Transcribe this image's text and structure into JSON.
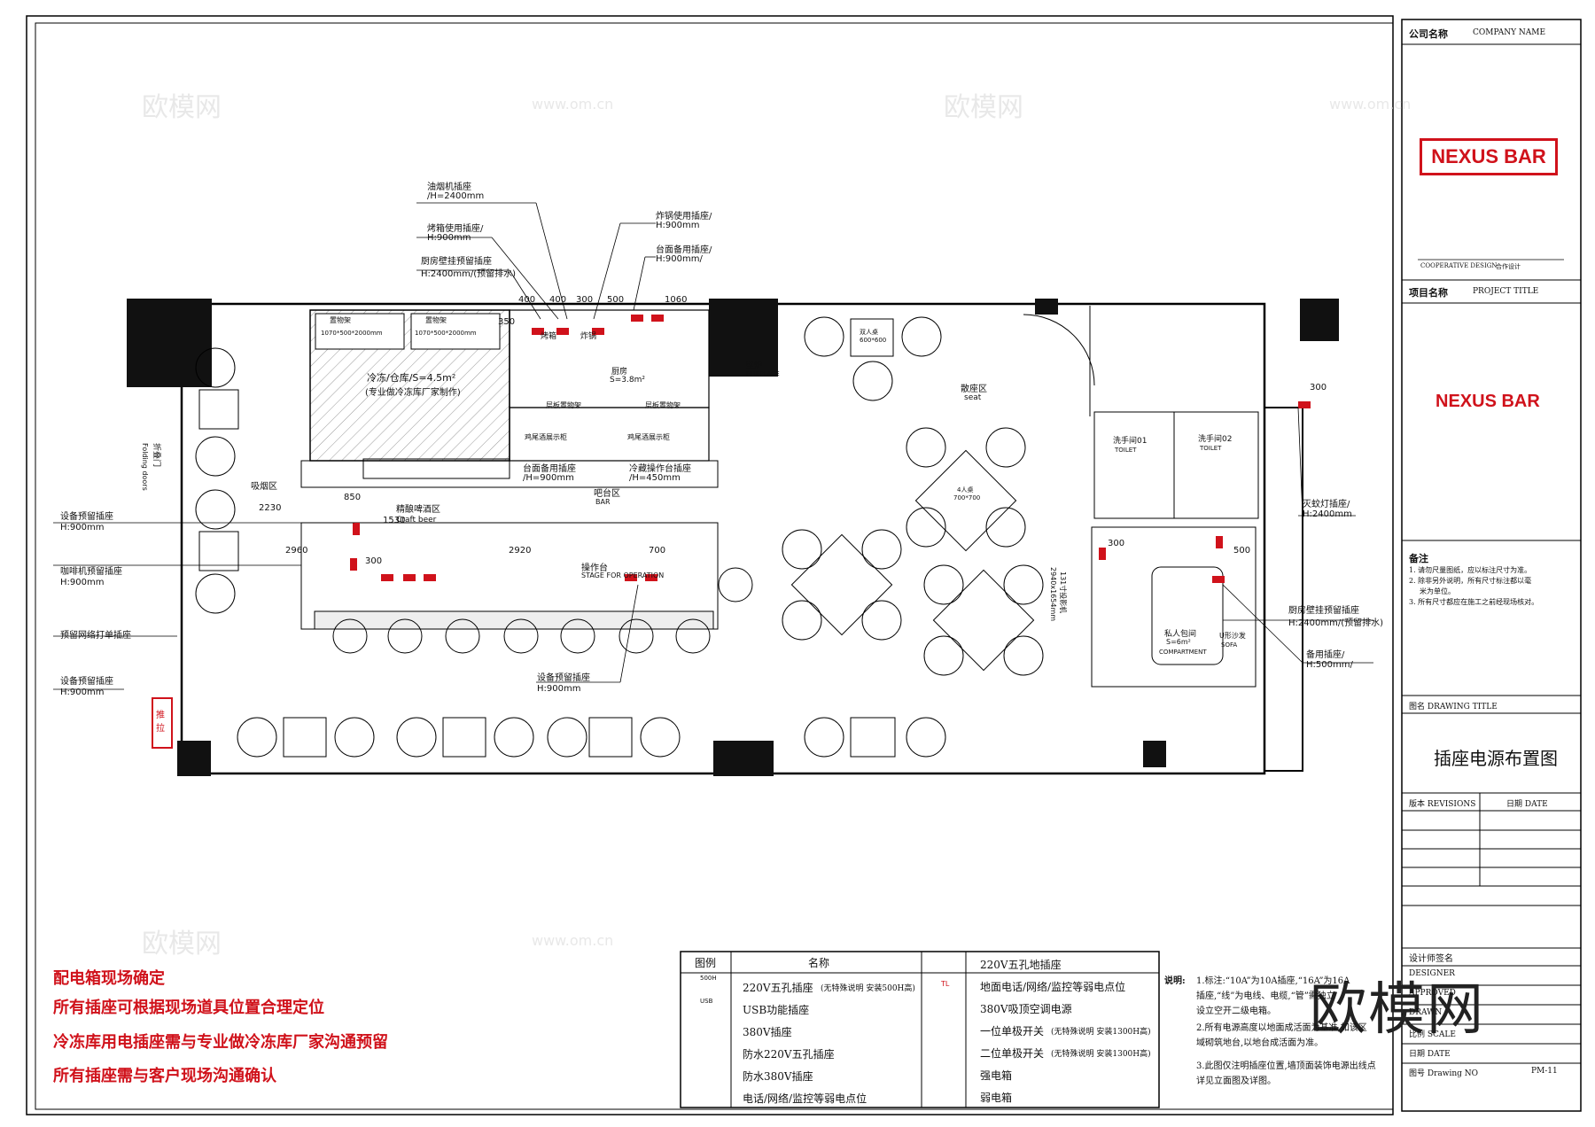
{
  "title_block": {
    "company_label": "公司名称",
    "company_value": "COMPANY NAME",
    "logo_text": "NEXUS BAR",
    "cooperative_label": "COOPERATIVE DESIGN",
    "cooperative_cn": "合作设计",
    "project_label": "项目名称",
    "project_value": "PROJECT TITLE",
    "project_name": "NEXUS BAR",
    "notes_heading": "备注",
    "notes": [
      "1. 请勿尺量图纸，应以标注尺寸为准。",
      "2. 除非另外说明，所有尺寸标注都以毫",
      "米为单位。",
      "3. 所有尺寸都应在施工之前经现场核对。"
    ],
    "drawing_title_label": "图名 DRAWING TITLE",
    "drawing_title": "插座电源布置图",
    "revisions_label": "版本 REVISIONS",
    "date_label": "日期 DATE",
    "designer_label": "设计师签名",
    "designer_en": "DESIGNER",
    "approved_label": "APPROVED",
    "drawn_label": "DRAWN",
    "scale_label": "比例 SCALE",
    "date_label2": "日期 DATE",
    "drawing_no_label": "图号 Drawing NO",
    "drawing_no": "PM-11"
  },
  "watermark": {
    "brand": "欧模网",
    "url": "www.om.cn"
  },
  "red_notes": [
    "配电箱现场确定",
    "所有插座可根据现场道具位置合理定位",
    "冷冻库用电插座需与专业做冷冻库厂家沟通预留",
    "所有插座需与客户现场沟通确认"
  ],
  "legend": {
    "header_symbol": "图例",
    "header_name": "名称",
    "left": [
      {
        "tag": "500H",
        "name": "220V五孔插座",
        "note": "(无特殊说明 安装500H高)"
      },
      {
        "tag": "USB",
        "name": "USB功能插座",
        "note": ""
      },
      {
        "tag": "",
        "name": "380V插座",
        "note": ""
      },
      {
        "tag": "",
        "name": "防水220V五孔插座",
        "note": ""
      },
      {
        "tag": "",
        "name": "防水380V插座",
        "note": ""
      },
      {
        "tag": "",
        "name": "电话/网络/监控等弱电点位",
        "note": ""
      }
    ],
    "right": [
      {
        "tag": "",
        "name": "220V五孔地插座",
        "note": ""
      },
      {
        "tag": "TL",
        "name": "地面电话/网络/监控等弱电点位",
        "note": ""
      },
      {
        "tag": "",
        "name": "380V吸顶空调电源",
        "note": ""
      },
      {
        "tag": "",
        "name": "一位单极开关",
        "note": "(无特殊说明 安装1300H高)"
      },
      {
        "tag": "",
        "name": "二位单极开关",
        "note": "(无特殊说明 安装1300H高)"
      },
      {
        "tag": "",
        "name": "强电箱",
        "note": ""
      },
      {
        "tag": "",
        "name": "弱电箱",
        "note": ""
      }
    ],
    "explain_label": "说明:",
    "explain": [
      "1.标注:“10A”为10A插座,“16A”为16A",
      "插座,“线”为电线、电缆,“管”需独立",
      "设立空开二级电箱。",
      "2.所有电源高度以地面成活面为基准,如该区",
      "域砌筑地台,以地台成活面为准。",
      "3.此图仅注明插座位置,墙顶面装饰电源出线点",
      "详见立面图及详图。"
    ]
  },
  "plan_labels": {
    "top_callouts": [
      {
        "t1": "油烟机插座",
        "t2": "/H=2400mm"
      },
      {
        "t1": "烤箱使用插座/",
        "t2": "H:900mm"
      },
      {
        "t1": "厨房壁挂预留插座",
        "t2": "H:2400mm/(预留排水)"
      },
      {
        "t1": "炸锅使用插座/",
        "t2": "H:900mm"
      },
      {
        "t1": "台面备用插座/",
        "t2": "H:900mm/"
      }
    ],
    "top_dims": [
      "400",
      "400",
      "300",
      "500",
      "1060"
    ],
    "dim_350": "350",
    "shelf1": "置物架",
    "shelf1_size": "1070*500*2000mm",
    "shelf2": "置物架",
    "shelf2_size": "1070*500*2000mm",
    "cold_room": "冷冻/仓库/S=4.5m²",
    "cold_room_note": "(专业做冷冻库厂家制作)",
    "oven": "烤箱",
    "fryer": "炸锅",
    "kitchen": "厨房",
    "kitchen_area": "S=3.8m²",
    "upper_shelf": "层板置物架",
    "upper_shelf2": "层板置物架",
    "fridge_display": "鸡尾酒展示柜",
    "fridge_display2": "鸡尾酒展示柜",
    "fireplace": "壁炉",
    "fireplace_en": "FIREPLACE",
    "counter_socket": "台面备用插座",
    "counter_socket_h": "/H=900mm",
    "bar_op_socket": "冷藏操作台插座",
    "bar_op_socket_h": "/H=450mm",
    "bar": "吧台区",
    "bar_en": "BAR",
    "smoking": "吸烟区",
    "craft_beer": "精酿啤酒区",
    "craft_beer_en": "Craft beer",
    "op_table": "操作台",
    "op_table_en": "STAGE FOR OPERATION",
    "dim_850": "850",
    "dim_1530": "1530",
    "dim_2230": "2230",
    "dim_2960": "2960",
    "dim_300": "300",
    "dim_2920": "2920",
    "dim_700": "700",
    "seat_area": "散座区",
    "seat_en": "seat",
    "toilet1": "洗手间01",
    "toilet1_en": "TOILET",
    "toilet2": "洗手间02",
    "toilet2_en": "TOILET",
    "compartment": "私人包间",
    "compartment_area": "S=6m²",
    "compartment_en": "COMPARTMENT",
    "sofa": "U形沙发",
    "sofa_en": "SOFA",
    "dim_300b": "300",
    "dim_300c": "300",
    "dim_500": "500",
    "folding": "折叠门",
    "folding_en": "Folding doors",
    "tv": "131寸投影机",
    "tv_size": "2940x1654mm",
    "table2": "双人桌",
    "table2_size": "600*600",
    "table4": "4人桌",
    "table4_size": "700*700",
    "left_callouts": [
      {
        "t1": "设备预留插座",
        "t2": "H:900mm"
      },
      {
        "t1": "咖啡机预留插座",
        "t2": "H:900mm"
      },
      {
        "t1": "预留网络打单插座",
        "t2": ""
      },
      {
        "t1": "设备预留插座",
        "t2": "H:900mm"
      }
    ],
    "bottom_callout": {
      "t1": "设备预留插座",
      "t2": "H:900mm"
    },
    "right_callouts": [
      {
        "t1": "灭蚊灯插座/",
        "t2": "H:2400mm"
      },
      {
        "t1": "厨房壁挂预留插座",
        "t2": "H:2400mm/(预留排水)"
      },
      {
        "t1": "备用插座/",
        "t2": "H:500mm/"
      }
    ],
    "door_sign": "推拉"
  }
}
